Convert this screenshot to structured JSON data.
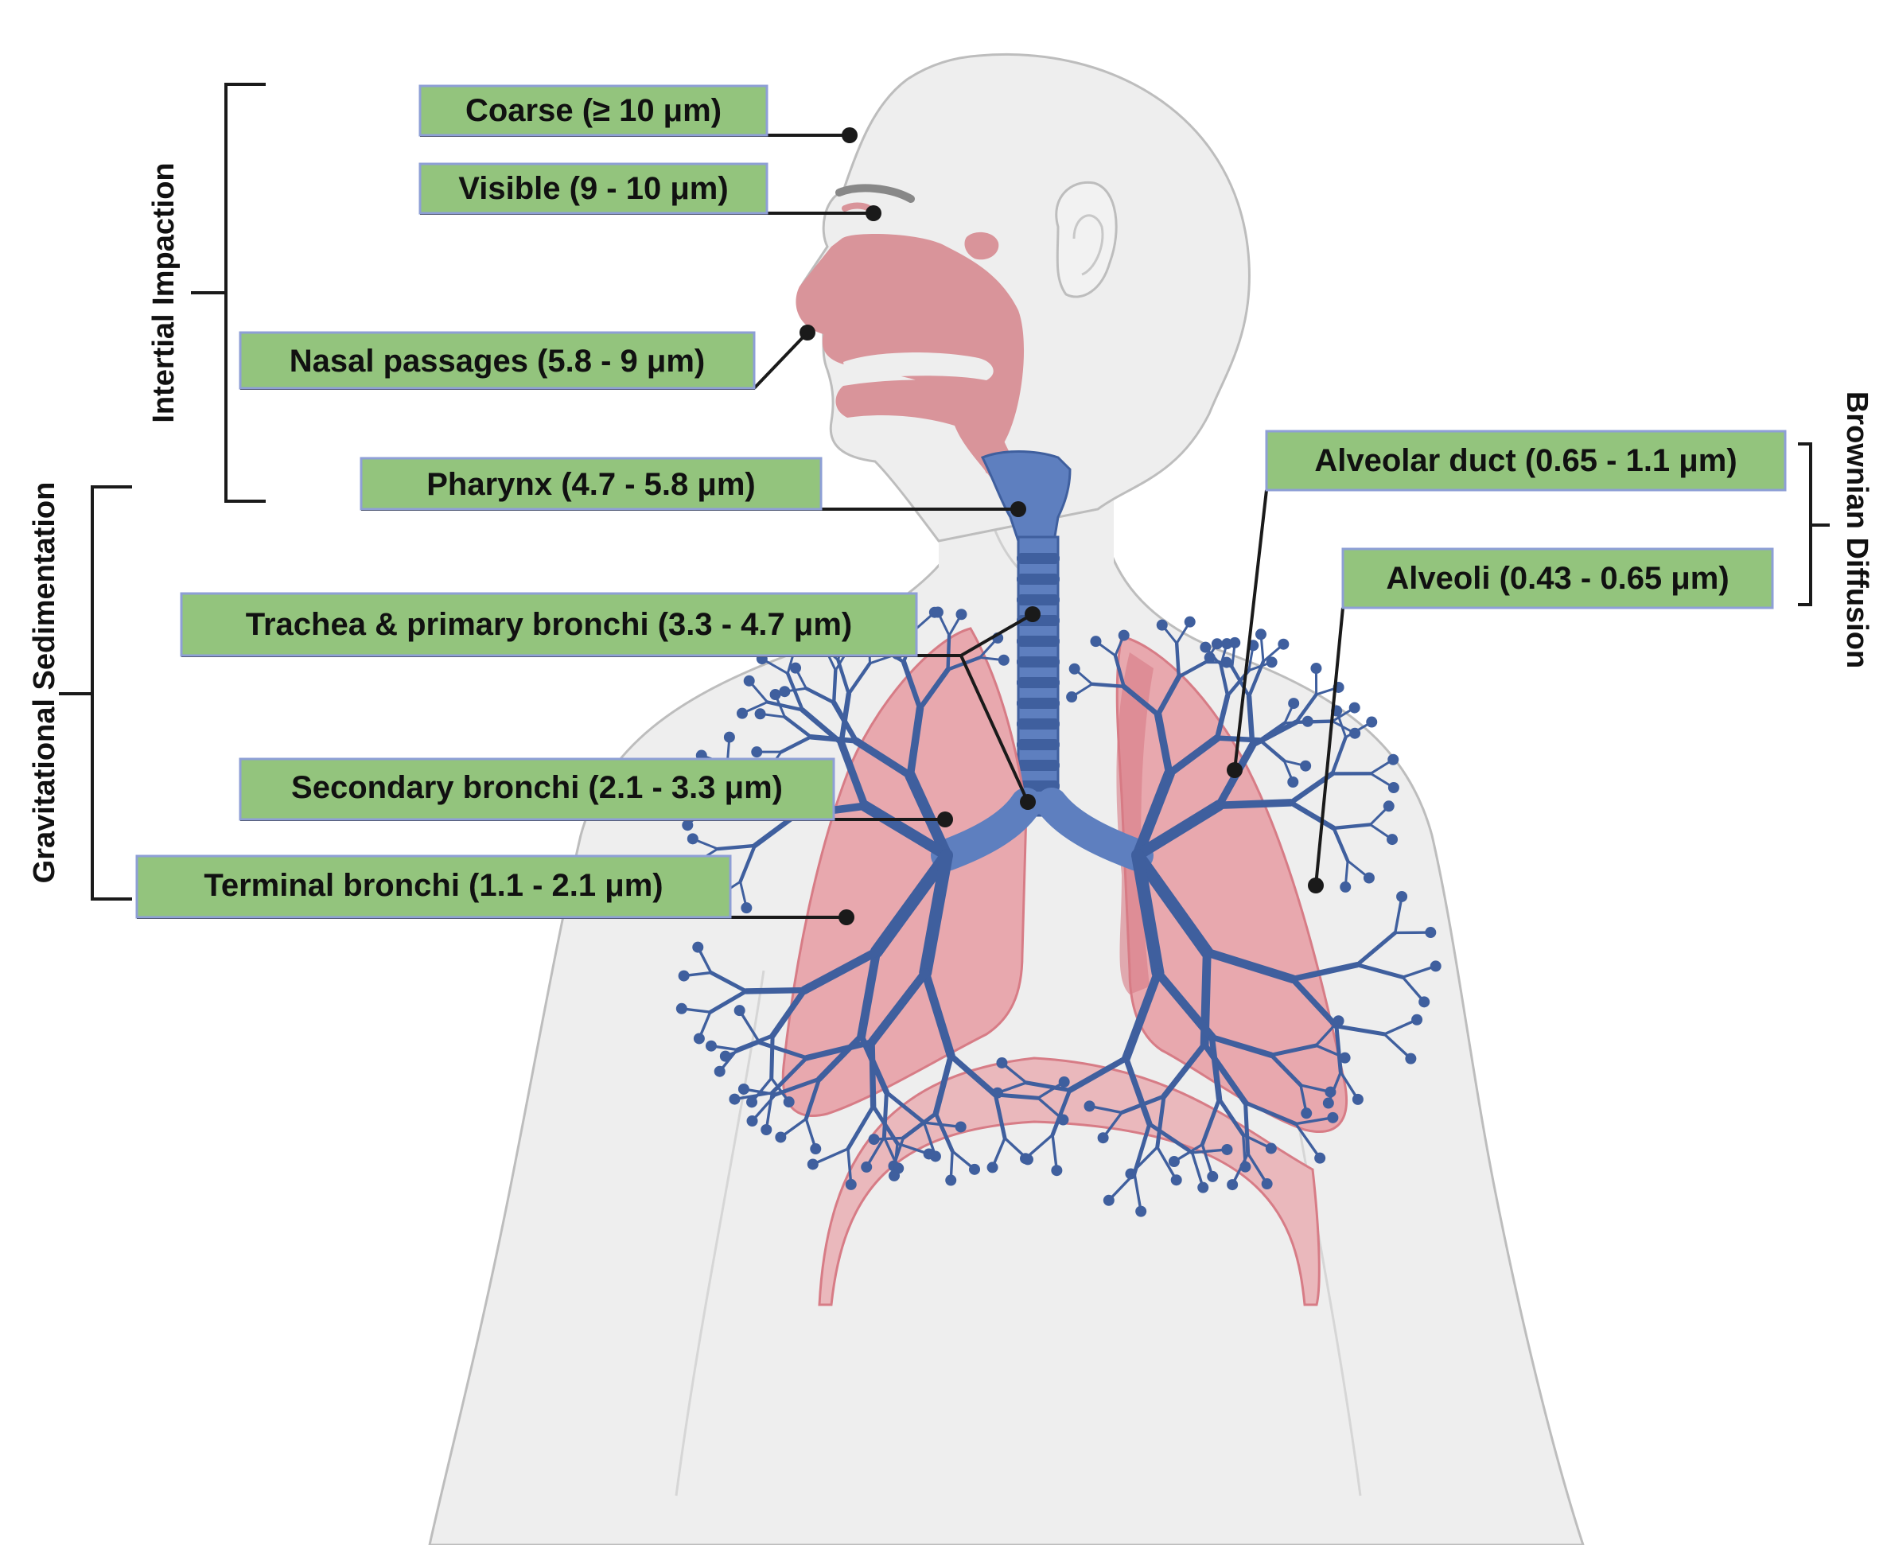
{
  "labels": {
    "coarse": "Coarse (≥ 10 μm)",
    "visible": "Visible (9 - 10 μm)",
    "nasal": "Nasal passages  (5.8 - 9 μm)",
    "pharynx": "Pharynx  (4.7 - 5.8 μm)",
    "trachea": "Trachea & primary bronchi  (3.3 - 4.7 μm)",
    "secondary": "Secondary bronchi  (2.1 - 3.3 μm)",
    "terminal": "Terminal bronchi  (1.1 - 2.1 μm)",
    "alveolar_duct": "Alveolar duct  (0.65 - 1.1 μm)",
    "alveoli": "Alveoli (0.43 - 0.65 μm)"
  },
  "groups": {
    "inertial": "Intertial Impaction",
    "gravitational": "Gravitational Sedimentation",
    "brownian": "Brownian Diffusion"
  },
  "colors": {
    "label_fill": "#93c47d",
    "label_border": "#8e9fd6",
    "body": "#eeeeee",
    "body_outline": "#bdbdbd",
    "airway_pink": "#d9949a",
    "lung": "#e8a8ae",
    "lung_dark": "#d77c86",
    "bronchi": "#3f5f9e",
    "leader": "#1a1a1a"
  }
}
